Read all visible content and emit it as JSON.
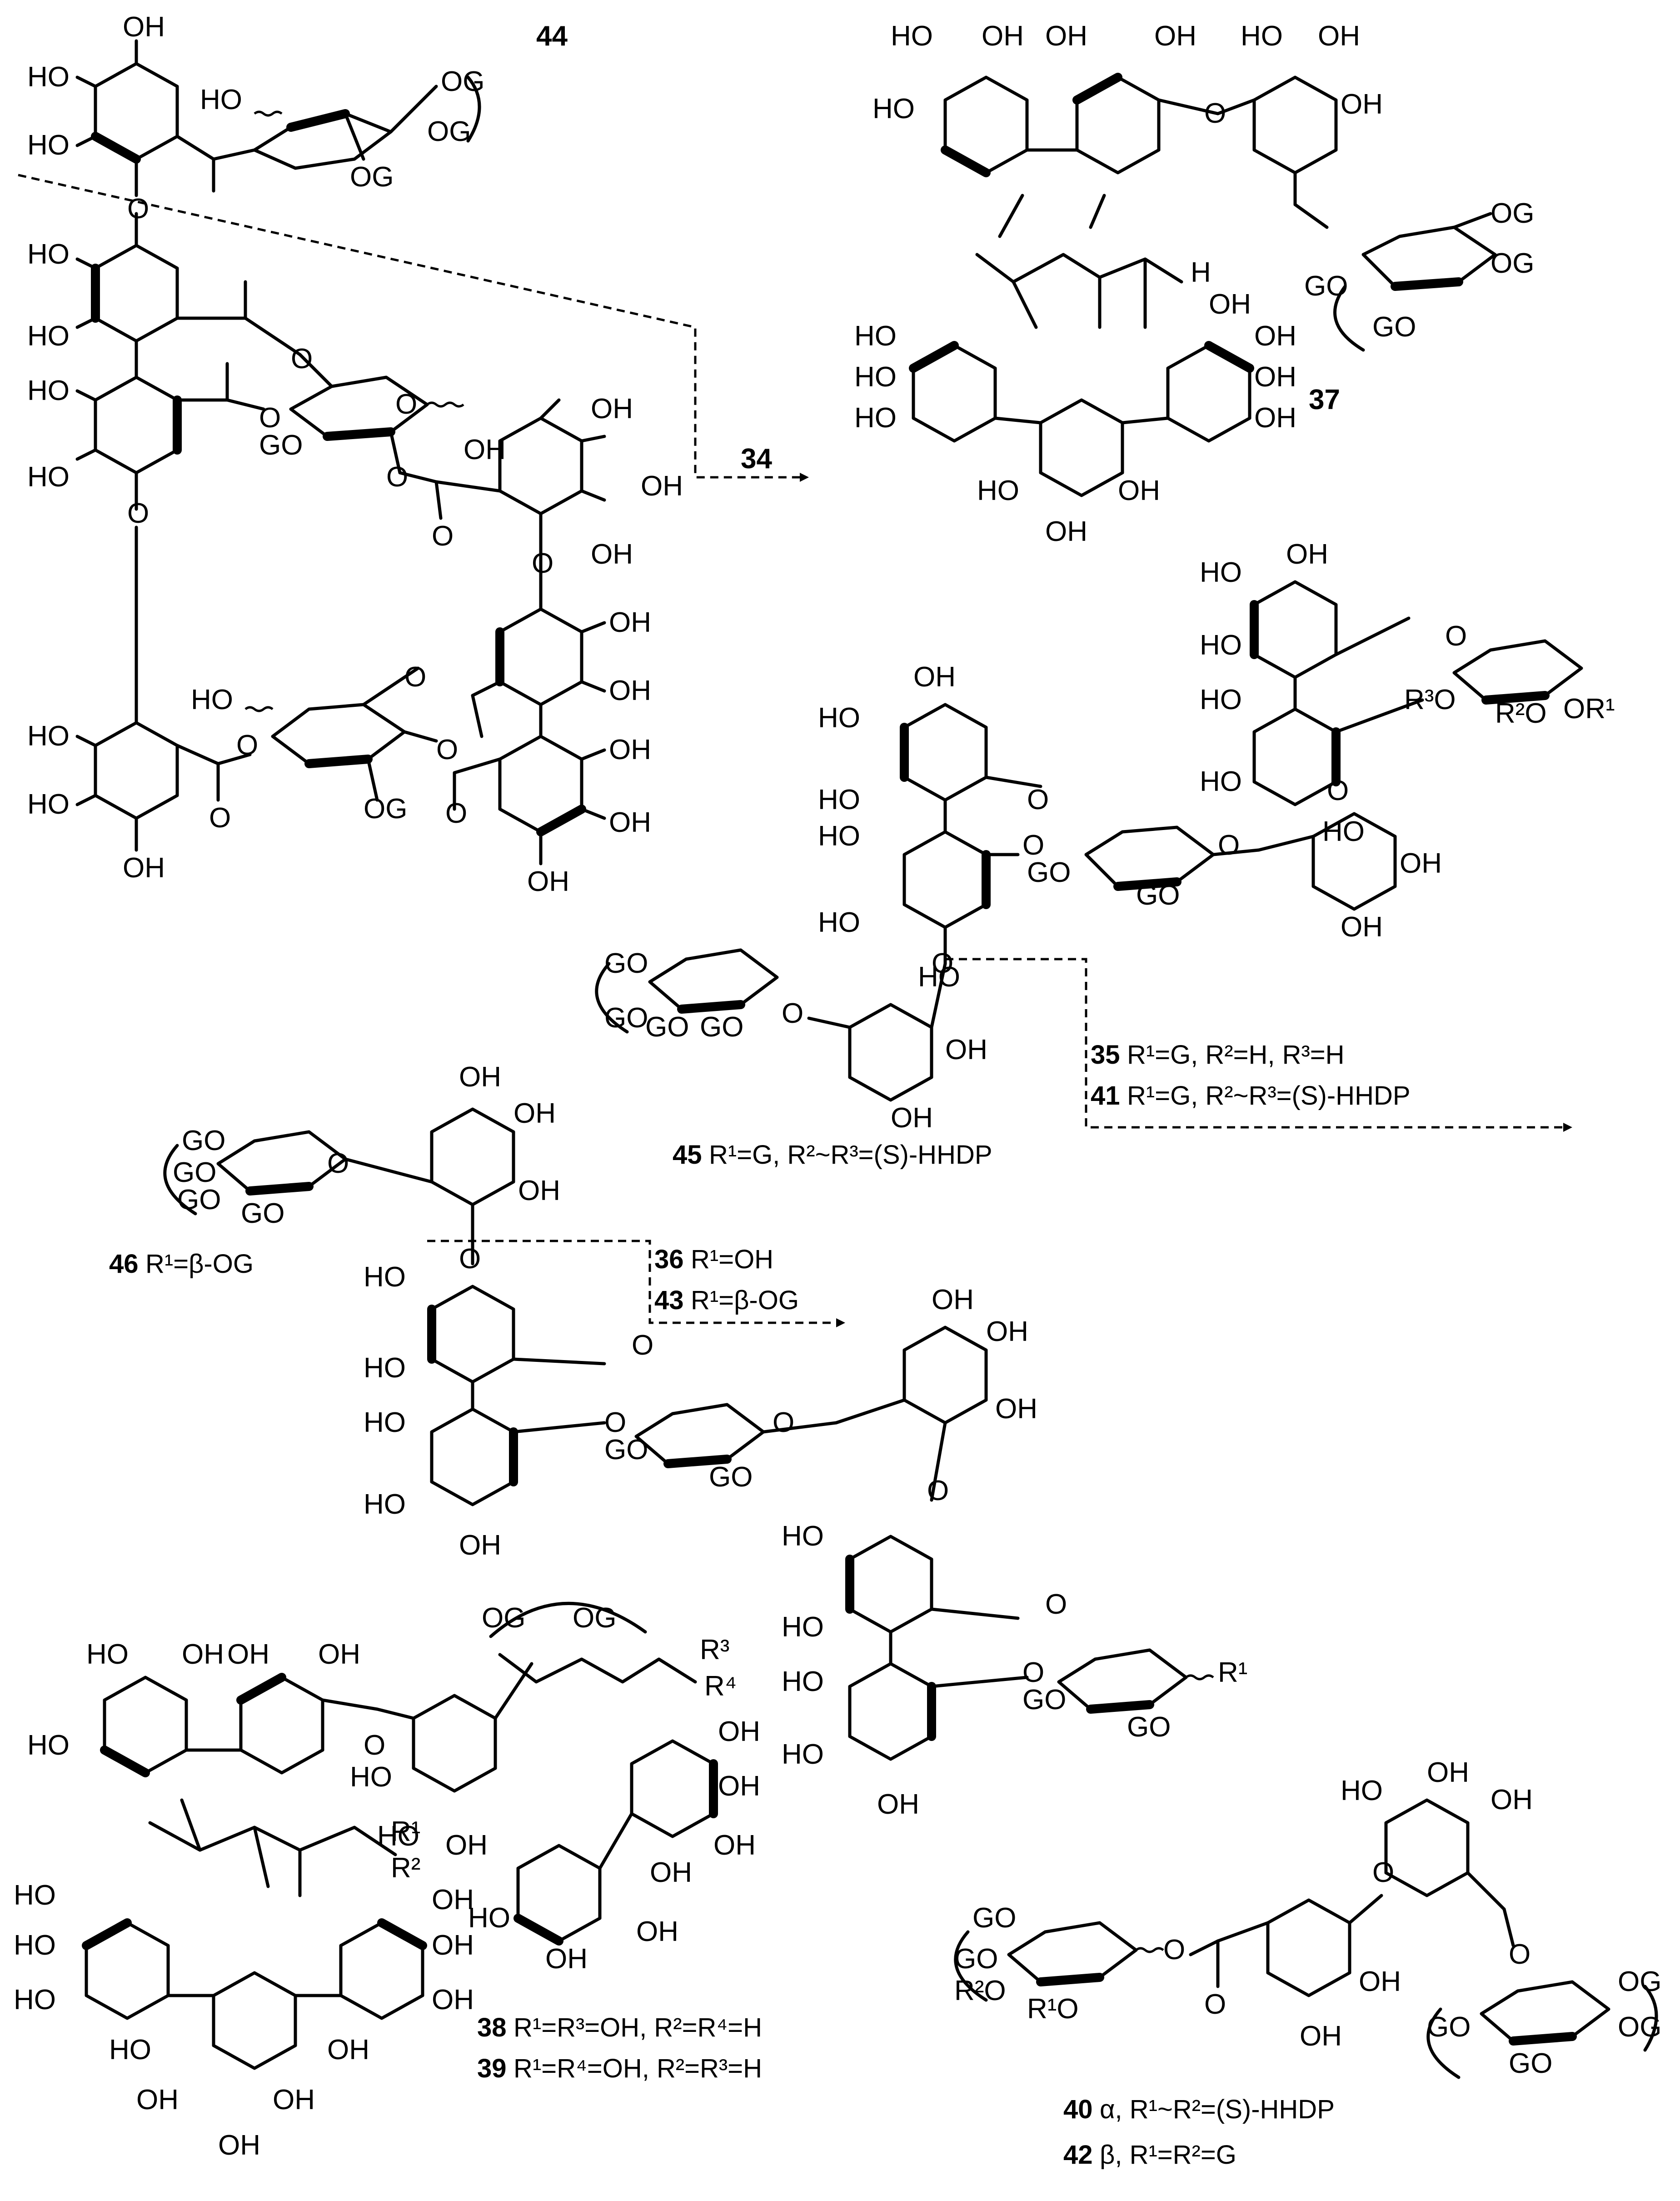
{
  "compounds": {
    "c44": "44",
    "c37": "37",
    "c34": "34",
    "c35": "35",
    "c41": "41",
    "c45": "45",
    "c46": "46",
    "c36": "36",
    "c43": "43",
    "c38": "38",
    "c39": "39",
    "c40": "40",
    "c42": "42"
  },
  "captions": {
    "c35": "R¹=G, R²=H, R³=H",
    "c41": "R¹=G, R²~R³=(S)-HHDP",
    "c45": "R¹=G, R²~R³=(S)-HHDP",
    "c46": "R¹=β-OG",
    "c36": "R¹=OH",
    "c43": "R¹=β-OG",
    "c38": "R¹=R³=OH, R²=R⁴=H",
    "c39": "R¹=R⁴=OH, R²=R³=H",
    "c40": "α, R¹~R²=(S)-HHDP",
    "c42": "β, R¹=R²=G"
  },
  "atoms": {
    "OH": "OH",
    "HO": "HO",
    "O": "O",
    "OG": "OG",
    "GO": "GO",
    "H": "H",
    "R1": "R¹",
    "R2": "R²",
    "R3": "R³",
    "R4": "R⁴",
    "R2O": "R²O",
    "R1O": "R¹O",
    "R3O": "R³O",
    "OR1": "OR¹"
  }
}
